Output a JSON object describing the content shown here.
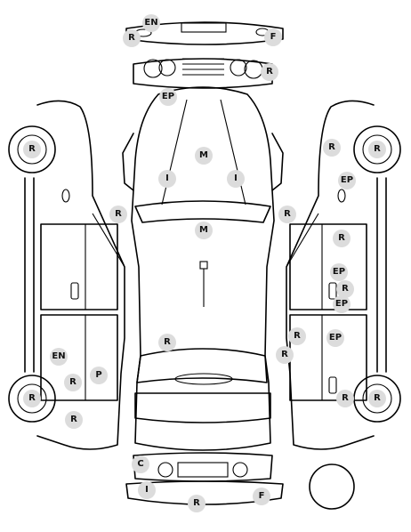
{
  "markers": [
    {
      "name": "front-bumper-en",
      "label": "EN"
    },
    {
      "name": "front-bumper-left-r",
      "label": "R"
    },
    {
      "name": "front-bumper-right-f",
      "label": "F"
    },
    {
      "name": "headlight-right-r",
      "label": "R"
    },
    {
      "name": "hood-front-ep",
      "label": "EP"
    },
    {
      "name": "hood-m",
      "label": "M"
    },
    {
      "name": "windshield-left-i",
      "label": "I"
    },
    {
      "name": "windshield-right-i",
      "label": "I"
    },
    {
      "name": "mirror-left-r",
      "label": "R"
    },
    {
      "name": "mirror-right-r",
      "label": "R"
    },
    {
      "name": "roof-m",
      "label": "M"
    },
    {
      "name": "rear-glass-r",
      "label": "R"
    },
    {
      "name": "left-front-wheel-r",
      "label": "R"
    },
    {
      "name": "left-rear-wheel-r",
      "label": "R"
    },
    {
      "name": "left-rear-quarter-en",
      "label": "EN"
    },
    {
      "name": "left-rear-arch-r",
      "label": "R"
    },
    {
      "name": "left-rear-arch-p",
      "label": "P"
    },
    {
      "name": "left-sill-r",
      "label": "R"
    },
    {
      "name": "right-front-fender-r",
      "label": "R"
    },
    {
      "name": "right-front-wheel-r",
      "label": "R"
    },
    {
      "name": "right-fender-ep",
      "label": "EP"
    },
    {
      "name": "right-front-door-r",
      "label": "R"
    },
    {
      "name": "right-front-door-ep",
      "label": "EP"
    },
    {
      "name": "right-door-handle-r",
      "label": "R"
    },
    {
      "name": "right-front-door-lower-ep",
      "label": "EP"
    },
    {
      "name": "right-rear-door-r",
      "label": "R"
    },
    {
      "name": "right-rear-door-ep",
      "label": "EP"
    },
    {
      "name": "right-rear-door-edge-r",
      "label": "R"
    },
    {
      "name": "right-rear-arch-r",
      "label": "R"
    },
    {
      "name": "right-rear-wheel-r",
      "label": "R"
    },
    {
      "name": "rear-bumper-c",
      "label": "C"
    },
    {
      "name": "rear-bumper-i",
      "label": "I"
    },
    {
      "name": "rear-bumper-r",
      "label": "R"
    },
    {
      "name": "rear-bumper-f",
      "label": "F"
    }
  ]
}
